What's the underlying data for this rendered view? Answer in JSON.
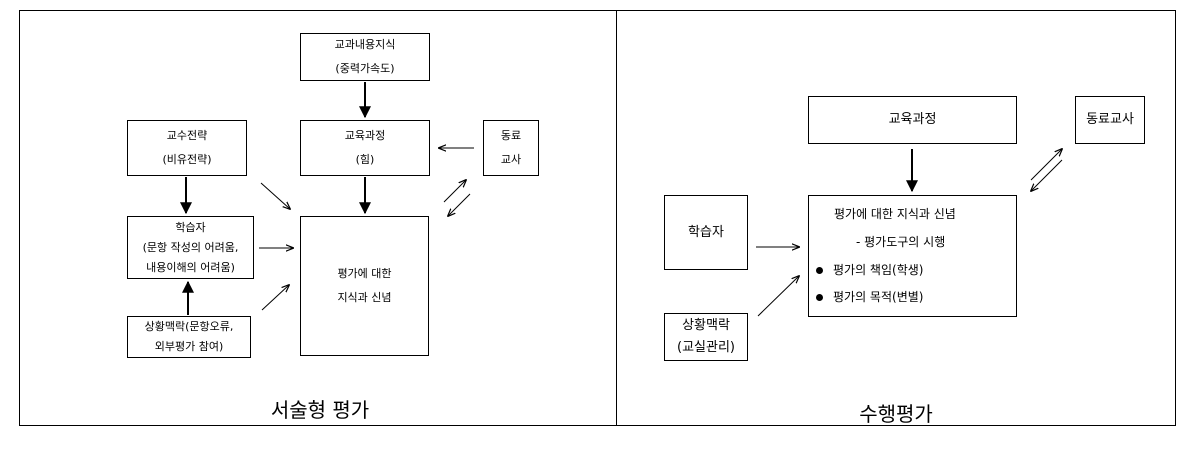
{
  "left_panel": {
    "caption": "서술형 평가",
    "content_knowledge": {
      "line1": "교과내용지식",
      "line2": "(중력가속도)"
    },
    "teaching_strategy": {
      "line1": "교수전략",
      "line2": "(비유전략)"
    },
    "curriculum": {
      "line1": "교육과정",
      "line2": "(힘)"
    },
    "colleague": {
      "line1": "동료",
      "line2": "교사"
    },
    "learner": {
      "line1": "학습자",
      "line2": "(문항 작성의 어려움,",
      "line3": "내용이해의 어려움)"
    },
    "context": {
      "line1": "상황맥락(문항오류,",
      "line2": "외부평가 참여)"
    },
    "assessment_belief": {
      "line1": "평가에 대한",
      "line2": "지식과 신념"
    }
  },
  "right_panel": {
    "caption": "수행평가",
    "curriculum": {
      "label": "교육과정"
    },
    "colleague": {
      "label": "동료교사"
    },
    "learner": {
      "label": "학습자"
    },
    "context": {
      "line1": "상황맥락",
      "line2": "(교실관리)"
    },
    "assessment_belief": {
      "title": "평가에 대한 지식과 신념",
      "subtitle": "- 평가도구의 시행",
      "bullets": [
        "평가의 책임(학생)",
        "평가의 목적(변별)"
      ]
    }
  }
}
